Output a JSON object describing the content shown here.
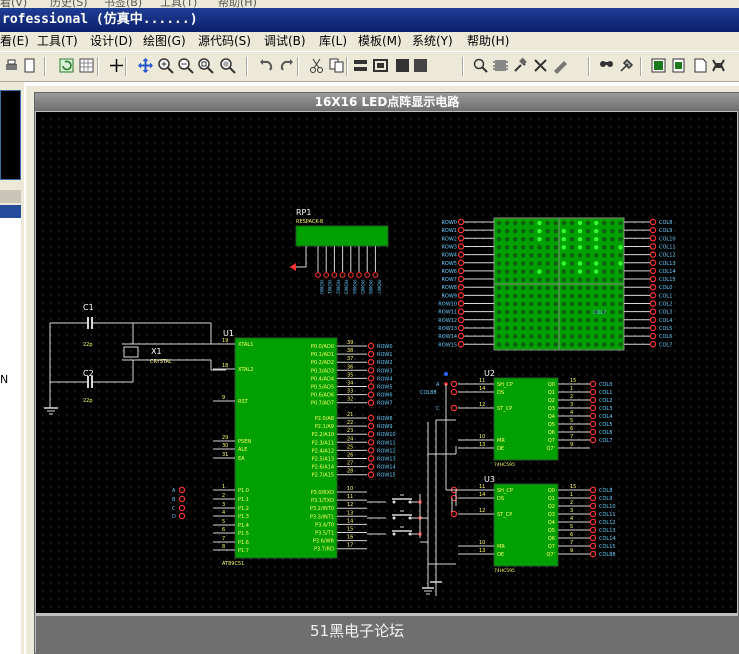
{
  "browser_menu": [
    "看(V)",
    "历史(S)",
    "书签(B)",
    "工具(T)",
    "帮助(H)"
  ],
  "window": {
    "title": "rofessional (仿真中......)"
  },
  "menu": [
    "看(E)",
    "工具(T)",
    "设计(D)",
    "绘图(G)",
    "源代码(S)",
    "调试(B)",
    "库(L)",
    "模板(M)",
    "系统(Y)",
    "帮助(H)"
  ],
  "toolbar_icons": [
    "print-icon",
    "page-icon",
    "refresh-icon",
    "grid-icon",
    "origin-icon",
    "pan-icon",
    "zoom-in-icon",
    "zoom-out-icon",
    "zoom-fit-icon",
    "zoom-area-icon",
    "undo-icon",
    "redo-icon",
    "cut-icon",
    "copy-icon",
    "block-copy-icon",
    "block-move-icon",
    "block-rotate-icon",
    "block-delete-icon",
    "pick-device-icon",
    "make-device-icon",
    "package-icon",
    "decompose-icon",
    "wire-autoroute-icon",
    "search-icon",
    "property-icon",
    "design-explorer-icon",
    "new-sheet-icon",
    "remove-sheet-icon",
    "bill-icon",
    "netlist-icon",
    "erc-icon"
  ],
  "sidebar": {
    "device_n": "N"
  },
  "sheet": {
    "title": "16X16 LED点阵显示电路"
  },
  "watermark": "51黑电子论坛",
  "colors": {
    "component_fill": "#00a000",
    "wire": "#d8d8d8",
    "label": "#ffffff",
    "pin_text": "#ffff66",
    "net_label": "#66ccff",
    "led_on": "#33ff33"
  },
  "schematic": {
    "rp1": {
      "ref": "RP1",
      "value": "RESPACK-8",
      "pins": [
        "ROW0",
        "ROW1",
        "ROW2",
        "ROW3",
        "ROW4",
        "ROW5",
        "ROW6",
        "ROW7"
      ]
    },
    "c1": {
      "ref": "C1",
      "value": "22p"
    },
    "c2": {
      "ref": "C2",
      "value": "22p"
    },
    "x1": {
      "ref": "X1",
      "value": "CRYSTAL"
    },
    "u1": {
      "ref": "U1",
      "part": "AT89C51",
      "left_pins": [
        {
          "num": "19",
          "name": "XTAL1"
        },
        {
          "num": "18",
          "name": "XTAL2"
        },
        {
          "num": "9",
          "name": "RST"
        },
        {
          "num": "29",
          "name": "PSEN"
        },
        {
          "num": "30",
          "name": "ALE"
        },
        {
          "num": "31",
          "name": "EA"
        },
        {
          "num": "1",
          "name": "P1.0"
        },
        {
          "num": "2",
          "name": "P1.1"
        },
        {
          "num": "3",
          "name": "P1.2"
        },
        {
          "num": "4",
          "name": "P1.3"
        },
        {
          "num": "5",
          "name": "P1.4"
        },
        {
          "num": "6",
          "name": "P1.5"
        },
        {
          "num": "7",
          "name": "P1.6"
        },
        {
          "num": "8",
          "name": "P1.7"
        }
      ],
      "right_pins": [
        {
          "num": "39",
          "name": "P0.0/AD0",
          "net": "ROW0"
        },
        {
          "num": "38",
          "name": "P0.1/AD1",
          "net": "ROW1"
        },
        {
          "num": "37",
          "name": "P0.2/AD2",
          "net": "ROW2"
        },
        {
          "num": "36",
          "name": "P0.3/AD3",
          "net": "ROW3"
        },
        {
          "num": "35",
          "name": "P0.4/AD4",
          "net": "ROW4"
        },
        {
          "num": "34",
          "name": "P0.5/AD5",
          "net": "ROW5"
        },
        {
          "num": "33",
          "name": "P0.6/AD6",
          "net": "ROW6"
        },
        {
          "num": "32",
          "name": "P0.7/AD7",
          "net": "ROW7"
        },
        {
          "num": "21",
          "name": "P2.0/A8",
          "net": "ROW8"
        },
        {
          "num": "22",
          "name": "P2.1/A9",
          "net": "ROW9"
        },
        {
          "num": "23",
          "name": "P2.2/A10",
          "net": "ROW10"
        },
        {
          "num": "24",
          "name": "P2.3/A11",
          "net": "ROW11"
        },
        {
          "num": "25",
          "name": "P2.4/A12",
          "net": "ROW12"
        },
        {
          "num": "26",
          "name": "P2.5/A13",
          "net": "ROW13"
        },
        {
          "num": "27",
          "name": "P2.6/A14",
          "net": "ROW14"
        },
        {
          "num": "28",
          "name": "P2.7/A15",
          "net": "ROW15"
        },
        {
          "num": "10",
          "name": "P3.0/RXD"
        },
        {
          "num": "11",
          "name": "P3.1/TXD"
        },
        {
          "num": "12",
          "name": "P3.2/INT0"
        },
        {
          "num": "13",
          "name": "P3.3/INT1"
        },
        {
          "num": "14",
          "name": "P3.4/T0"
        },
        {
          "num": "15",
          "name": "P3.5/T1"
        },
        {
          "num": "16",
          "name": "P3.6/WR"
        },
        {
          "num": "17",
          "name": "P3.7/RD"
        }
      ],
      "p1_nets": [
        "A",
        "B",
        "C",
        "D"
      ]
    },
    "matrix_rows": [
      "ROW0",
      "ROW1",
      "ROW2",
      "ROW3",
      "ROW4",
      "ROW5",
      "ROW6",
      "ROW7",
      "ROW8",
      "ROW9",
      "ROW10",
      "ROW11",
      "ROW12",
      "ROW13",
      "ROW14",
      "ROW15"
    ],
    "matrix_cols": [
      "COL8",
      "COL9",
      "COL10",
      "COL11",
      "COL12",
      "COL13",
      "COL14",
      "COL15",
      "COL0",
      "COL1",
      "COL2",
      "COL3",
      "COL4",
      "COL5",
      "COL6",
      "COL7"
    ],
    "matrix_label": "COL7",
    "u2": {
      "ref": "U2",
      "part": "74HC595",
      "left_pins": [
        {
          "num": "11",
          "name": "SH_CP",
          "net": "A"
        },
        {
          "num": "14",
          "name": "DS",
          "net": "COL88"
        },
        {
          "num": "12",
          "name": "ST_CP",
          "net": "C"
        },
        {
          "num": "10",
          "name": "MR"
        },
        {
          "num": "13",
          "name": "OE"
        }
      ],
      "right_pins": [
        {
          "num": "15",
          "name": "Q0",
          "net": "COL0"
        },
        {
          "num": "1",
          "name": "Q1",
          "net": "COL1"
        },
        {
          "num": "2",
          "name": "Q2",
          "net": "COL2"
        },
        {
          "num": "3",
          "name": "Q3",
          "net": "COL3"
        },
        {
          "num": "4",
          "name": "Q4",
          "net": "COL4"
        },
        {
          "num": "5",
          "name": "Q5",
          "net": "COL5"
        },
        {
          "num": "6",
          "name": "Q6",
          "net": "COL6"
        },
        {
          "num": "7",
          "name": "Q7",
          "net": "COL7"
        },
        {
          "num": "9",
          "name": "Q7'"
        }
      ]
    },
    "u3": {
      "ref": "U3",
      "part": "74HC595",
      "left_pins": [
        {
          "num": "11",
          "name": "SH_CP"
        },
        {
          "num": "14",
          "name": "DS"
        },
        {
          "num": "12",
          "name": "ST_CP"
        },
        {
          "num": "10",
          "name": "MR"
        },
        {
          "num": "13",
          "name": "OE"
        }
      ],
      "right_pins": [
        {
          "num": "15",
          "name": "Q0",
          "net": "COL8"
        },
        {
          "num": "1",
          "name": "Q1",
          "net": "COL9"
        },
        {
          "num": "2",
          "name": "Q2",
          "net": "COL10"
        },
        {
          "num": "3",
          "name": "Q3",
          "net": "COL11"
        },
        {
          "num": "4",
          "name": "Q4",
          "net": "COL12"
        },
        {
          "num": "5",
          "name": "Q5",
          "net": "COL13"
        },
        {
          "num": "6",
          "name": "Q6",
          "net": "COL14"
        },
        {
          "num": "7",
          "name": "Q7",
          "net": "COL15"
        },
        {
          "num": "9",
          "name": "Q7'",
          "net": "COL88"
        }
      ]
    }
  }
}
